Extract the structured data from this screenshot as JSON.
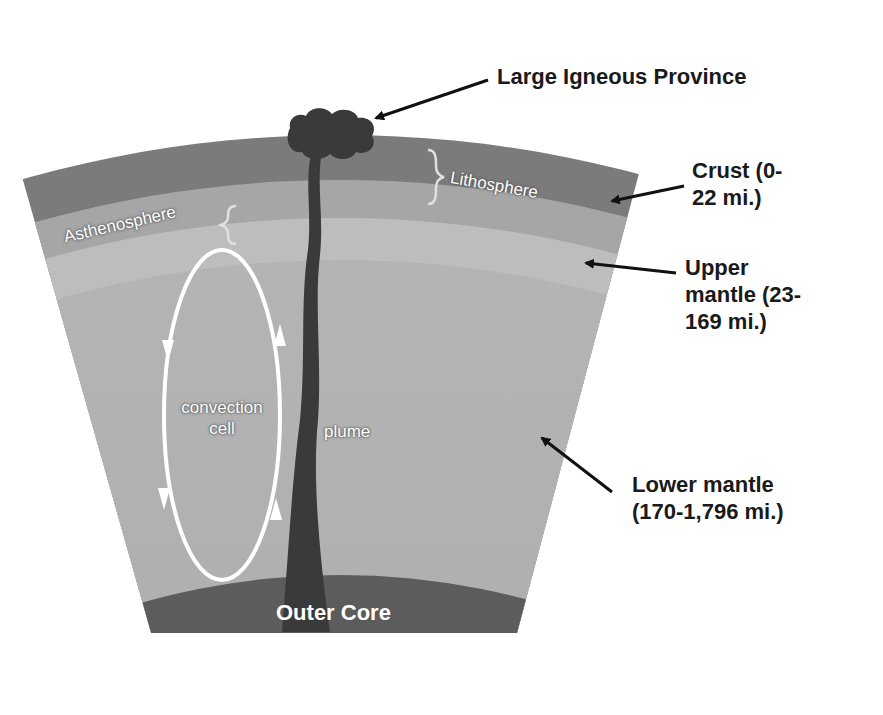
{
  "diagram": {
    "nodes": [
      {
        "text": [
          "Outer Core"
        ]
      }
    ],
    "labels": [
      "Large Igneous Province",
      "Lithosphere",
      "Crust (0-22 mi.)",
      "Asthenosphere",
      "Upper mantle (23-169 mi.)",
      "convection cell",
      "plume",
      "Lower mantle (170-1,796 mi.)"
    ]
  }
}
